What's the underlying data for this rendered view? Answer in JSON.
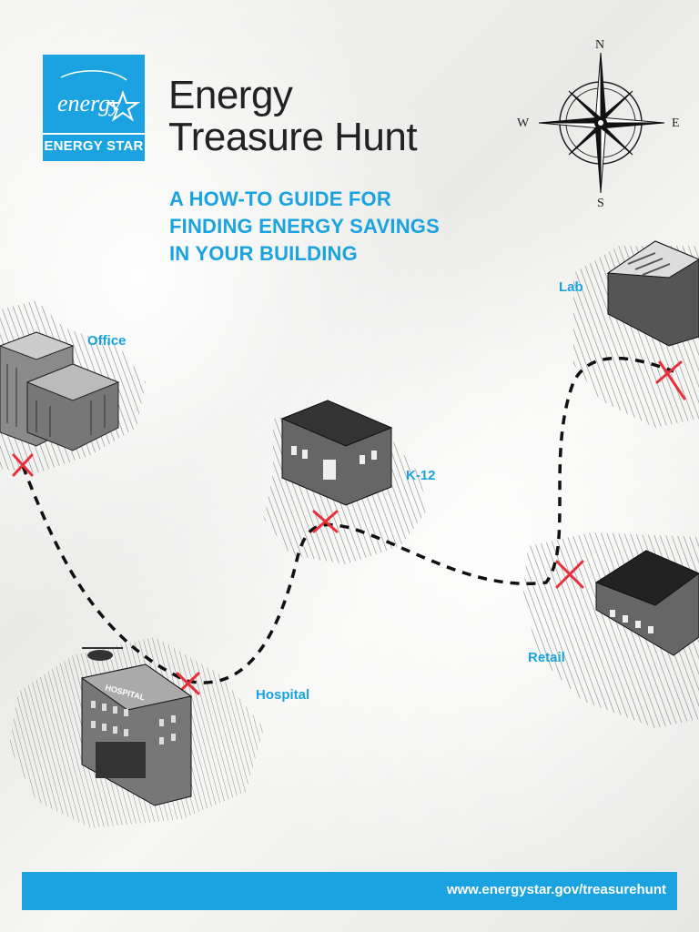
{
  "logo": {
    "script_text": "energy",
    "label": "ENERGY STAR",
    "color": "#1aa3e0"
  },
  "title": {
    "line1": "Energy",
    "line2": "Treasure Hunt"
  },
  "subtitle": {
    "line1": "A HOW-TO GUIDE FOR",
    "line2": "FINDING ENERGY SAVINGS",
    "line3": "IN YOUR BUILDING"
  },
  "compass": {
    "north": "N",
    "south": "S",
    "east": "E",
    "west": "W"
  },
  "locations": {
    "office": "Office",
    "k12": "K-12",
    "lab": "Lab",
    "hospital": "Hospital",
    "retail": "Retail",
    "hospital_sign": "HOSPITAL"
  },
  "footer": {
    "url": "www.energystar.gov/treasurehunt"
  },
  "colors": {
    "accent": "#1aa3e0",
    "marker": "#e8303a",
    "path": "#111111"
  }
}
